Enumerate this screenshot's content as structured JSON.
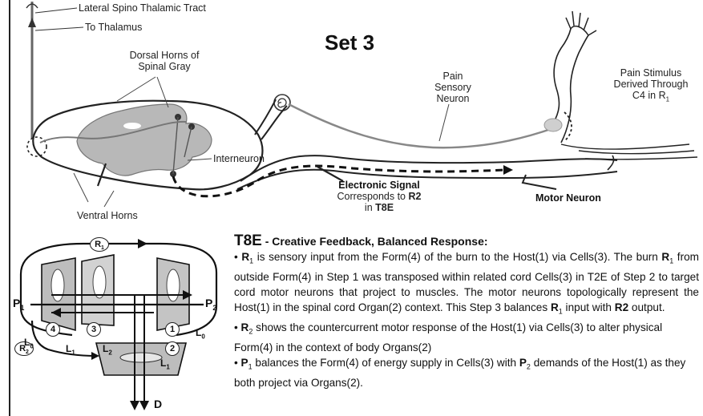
{
  "title": "Set 3",
  "labels": {
    "lateral_tract": "Lateral Spino Thalamic Tract",
    "to_thalamus": "To Thalamus",
    "dorsal_horns_1": "Dorsal Horns of",
    "dorsal_horns_2": "Spinal Gray",
    "pain_sensory_1": "Pain",
    "pain_sensory_2": "Sensory",
    "pain_sensory_3": "Neuron",
    "pain_stimulus_1": "Pain Stimulus",
    "pain_stimulus_2": "Derived Through",
    "pain_stimulus_3": "C4 in R",
    "pain_stimulus_sub": "1",
    "interneuron": "Interneuron",
    "electronic_signal": "Electronic Signal",
    "corresponds_1": "Corresponds to",
    "corresponds_r2": "R2",
    "corresponds_2": "in",
    "corresponds_t8e": "T8E",
    "motor_neuron": "Motor Neuron",
    "ventral_horns": "Ventral Horns"
  },
  "diagram": {
    "r1": "R",
    "r1_sub": "1",
    "r2": "R",
    "r2_sub": "2",
    "p1": "P",
    "p1_sub": "1",
    "p2": "P",
    "p2_sub": "2",
    "n4": "4",
    "n3": "3",
    "n1": "1",
    "n2": "2",
    "l0_left": "L",
    "l0_left_sub": "0",
    "l1_left": "L",
    "l1_left_sub": "1",
    "l2": "L",
    "l2_sub": "2",
    "l1_right": "L",
    "l1_right_sub": "1",
    "l0_right": "L",
    "l0_right_sub": "0",
    "d": "D"
  },
  "t8e": {
    "code": "T8E",
    "heading": " - Creative Feedback, Balanced Response:",
    "p1a": "• ",
    "p1b": "R",
    "p1b_sub": "1",
    "p1c": " is sensory input from the Form(4) of the burn to the Host(1) via Cells(3). The burn ",
    "p1d": "R",
    "p1d_sub": "1",
    "p1e": " from outside Form(4) in Step 1 was transposed within related cord Cells(3) in T2E of Step 2 to target cord motor neurons that project to muscles. The motor  neurons topologically represent the Host(1) in the spinal cord Organ(2) context. This Step 3 balances ",
    "p1f": "R",
    "p1f_sub": "1",
    "p1g": " input with ",
    "p1h": "R2",
    "p1i": " output.",
    "p2a": "• ",
    "p2b": "R",
    "p2b_sub": "2",
    "p2c": " shows the countercurrent motor response of the Host(1) via Cells(3) to alter physical Form(4) in the context of body Organs(2)",
    "p3a": "• ",
    "p3b": "P",
    "p3b_sub": "1",
    "p3c": " balances the Form(4) of energy supply in Cells(3) with ",
    "p3d": "P",
    "p3d_sub": "2",
    "p3e": " demands of the Host(1) as they both project via Organs(2)."
  }
}
